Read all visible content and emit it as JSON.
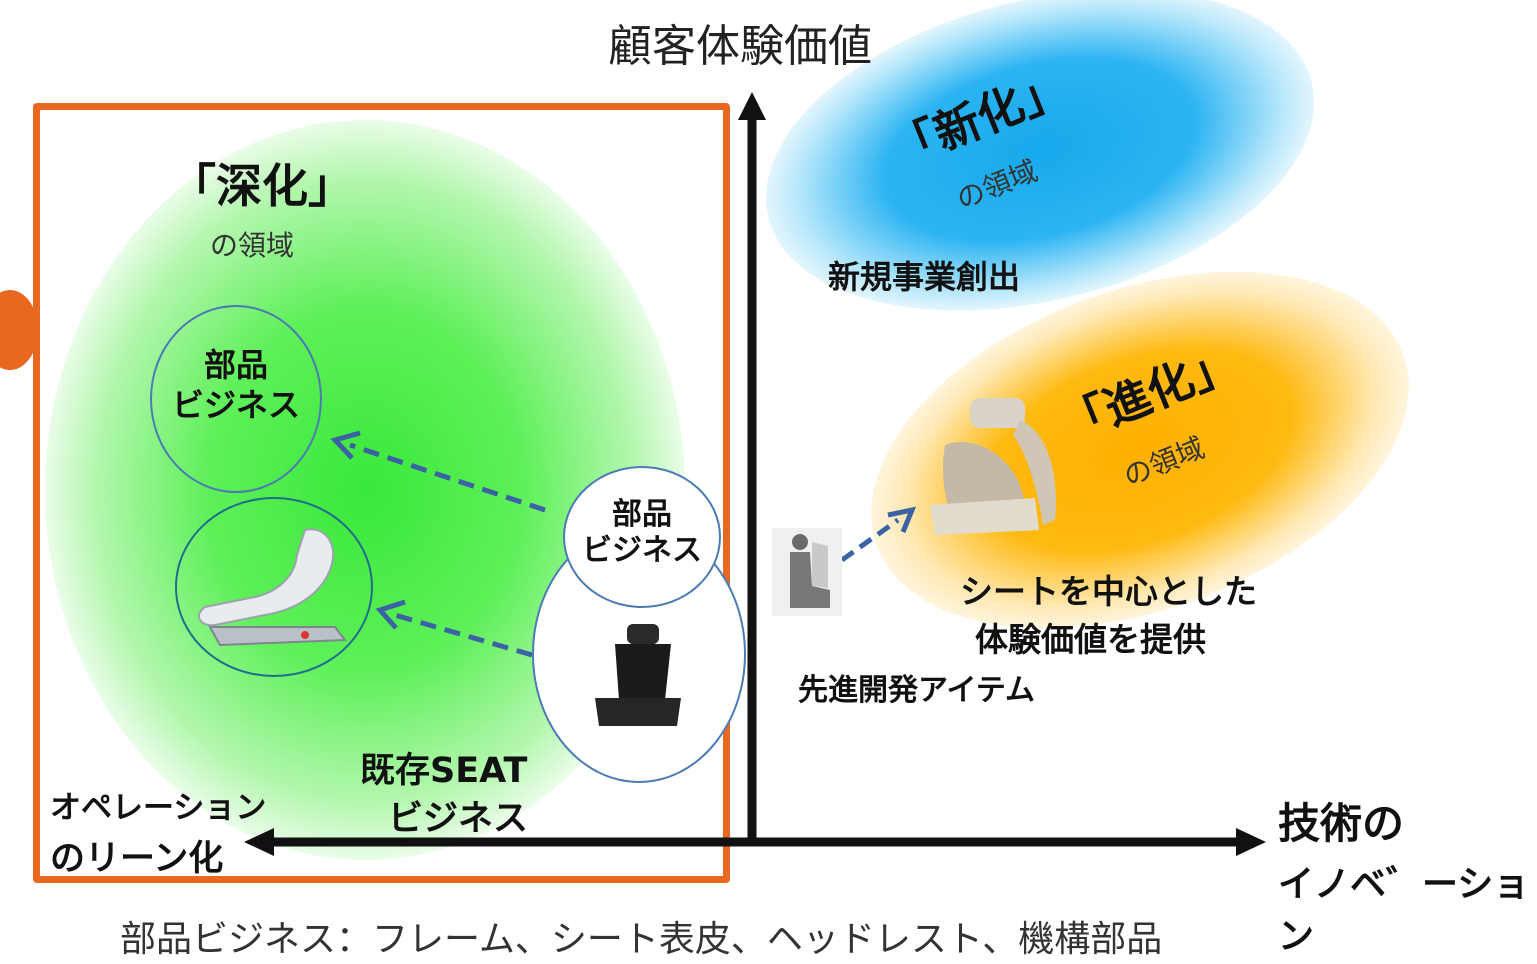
{
  "axes": {
    "vertical_label": "顧客体験価値",
    "horizontal_right_label_line1": "技術の",
    "horizontal_right_label_line2": "イノベ゛ーション",
    "horizontal_left_label_line1": "オペレーション",
    "horizontal_left_label_line2": "のリーン化"
  },
  "zones": {
    "deepen": {
      "title": "「深化」",
      "subtitle": "の領域",
      "color": "#39e83a"
    },
    "new": {
      "title": "「新化」",
      "subtitle": "の領域",
      "caption": "新規事業創出",
      "color": "#17a9ec"
    },
    "evolve": {
      "title": "「進化」",
      "subtitle": "の領域",
      "caption_line1": "シートを中心とした",
      "caption_line2": "体験価値を提供",
      "color": "#ffb000"
    }
  },
  "nodes": {
    "parts_business_left": {
      "line1": "部品",
      "line2": "ビジネス"
    },
    "parts_business_center": {
      "line1": "部品",
      "line2": "ビジネス"
    },
    "existing_seat": {
      "line1": "既存SEAT",
      "line2": "ビジネス"
    },
    "advanced_item": "先進開発アイテム"
  },
  "footnote": "部品ビジネス：フレーム、シート表皮、ヘッドレスト、機構部品",
  "colors": {
    "frame": "#e8681f",
    "arrow_dashed": "#3b62a5",
    "axis": "#111111"
  }
}
